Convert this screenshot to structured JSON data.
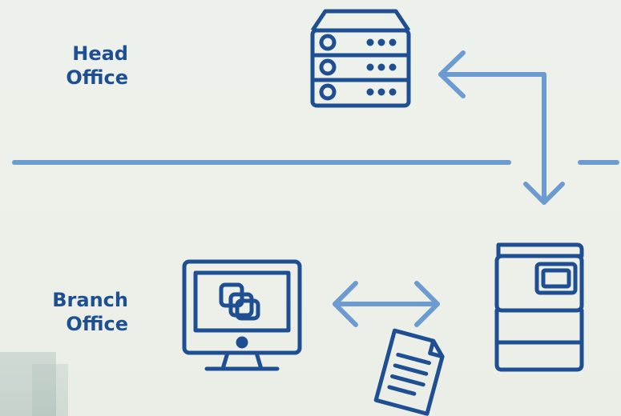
{
  "labels": {
    "head_office_line1": "Head",
    "head_office_line2": "Office",
    "branch_office_line1": "Branch",
    "branch_office_line2": "Office"
  },
  "colors": {
    "icon_blue": "#1f4f93",
    "arrow_blue": "#6b9bd0",
    "background": "#eef1ea"
  },
  "icons": [
    "server-icon",
    "multifunction-printer-icon",
    "computer-monitor-icon",
    "document-icon"
  ]
}
